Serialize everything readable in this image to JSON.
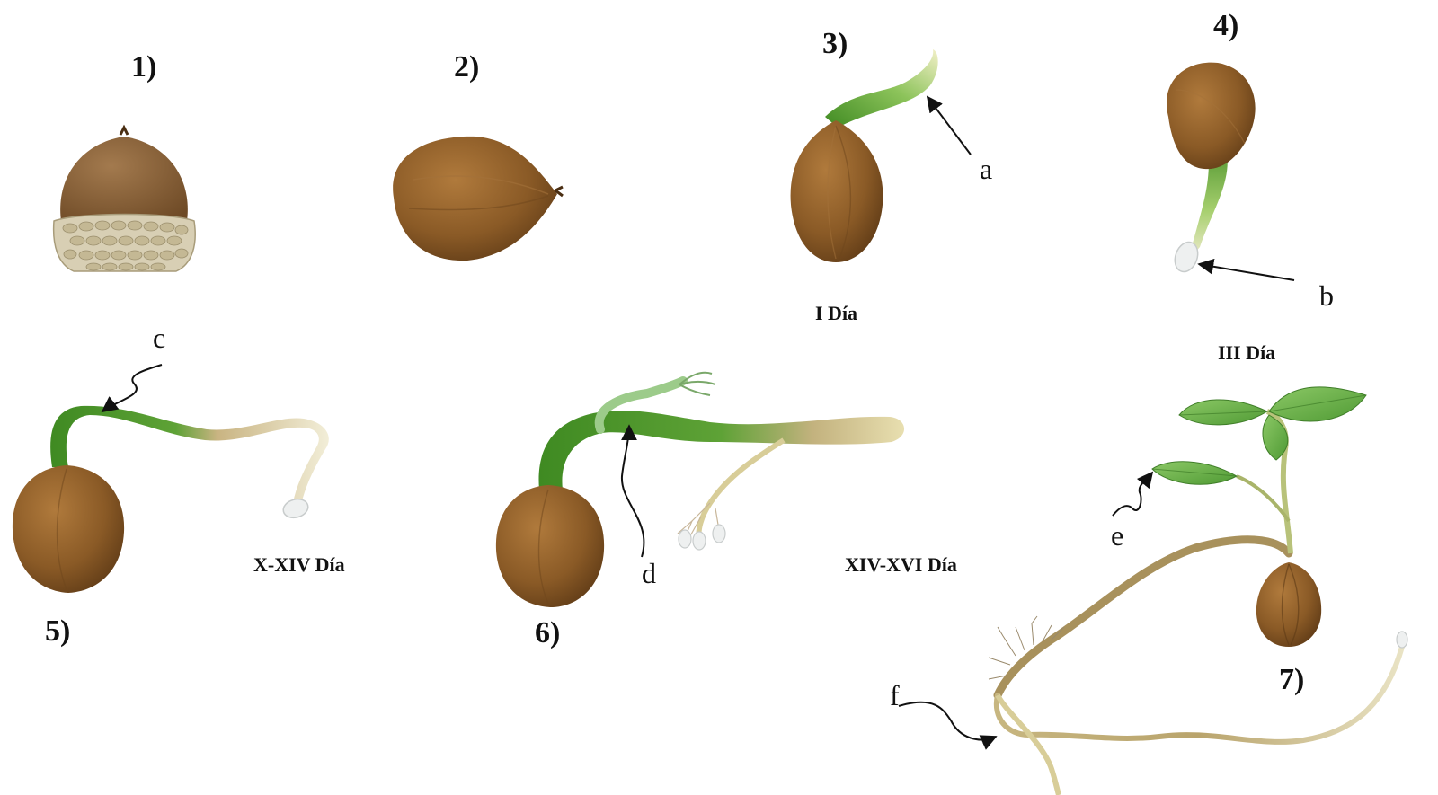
{
  "stages": [
    {
      "number": "1)"
    },
    {
      "number": "2)"
    },
    {
      "number": "3)",
      "day": "I Día",
      "part": "a"
    },
    {
      "number": "4)",
      "day": "III Día",
      "part": "b"
    },
    {
      "number": "5)",
      "day": "X-XIV Día",
      "part": "c"
    },
    {
      "number": "6)",
      "day": "XIV-XVI Día",
      "part": "d"
    },
    {
      "number": "7)",
      "parts": [
        "e",
        "f"
      ]
    }
  ],
  "colors": {
    "seed": "#8a5a26",
    "seed_dark": "#5e3a16",
    "cap": "#8d6a3e",
    "cupule": "#d8cfb4",
    "stem_green": "#4e9a2c",
    "stem_light": "#9ccb62",
    "root_tan": "#d9cf9c",
    "root_pale": "#f1ecd0",
    "leaf": "#6fb14a"
  }
}
